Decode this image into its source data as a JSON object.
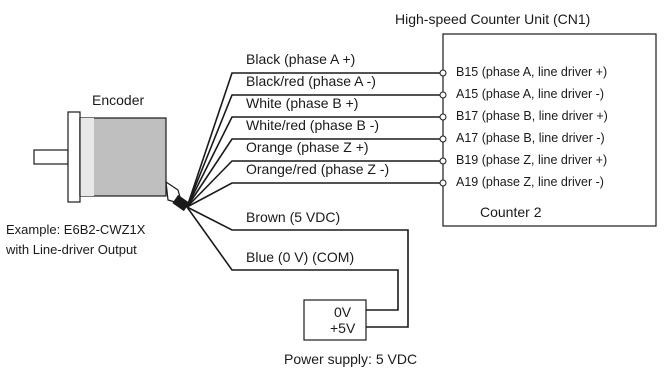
{
  "unit": {
    "title": "High-speed Counter Unit (CN1)",
    "counter_label": "Counter 2",
    "terminals": [
      "B15 (phase A, line driver +)",
      "A15 (phase A, line driver -)",
      "B17 (phase B, line driver +)",
      "A17 (phase B, line driver -)",
      "B19 (phase Z, line driver +)",
      "A19 (phase Z, line driver -)"
    ]
  },
  "encoder": {
    "title": "Encoder",
    "example_line1": "Example: E6B2-CWZ1X",
    "example_line2": "with Line-driver Output"
  },
  "wires": [
    "Black (phase A +)",
    "Black/red (phase A -)",
    "White (phase B +)",
    "White/red (phase B -)",
    "Orange (phase Z +)",
    "Orange/red (phase Z -)"
  ],
  "power_wires": {
    "brown": "Brown (5 VDC)",
    "blue": "Blue (0 V) (COM)"
  },
  "power_supply": {
    "label_0v": "0V",
    "label_5v": "+5V",
    "caption": "Power supply: 5 VDC"
  }
}
